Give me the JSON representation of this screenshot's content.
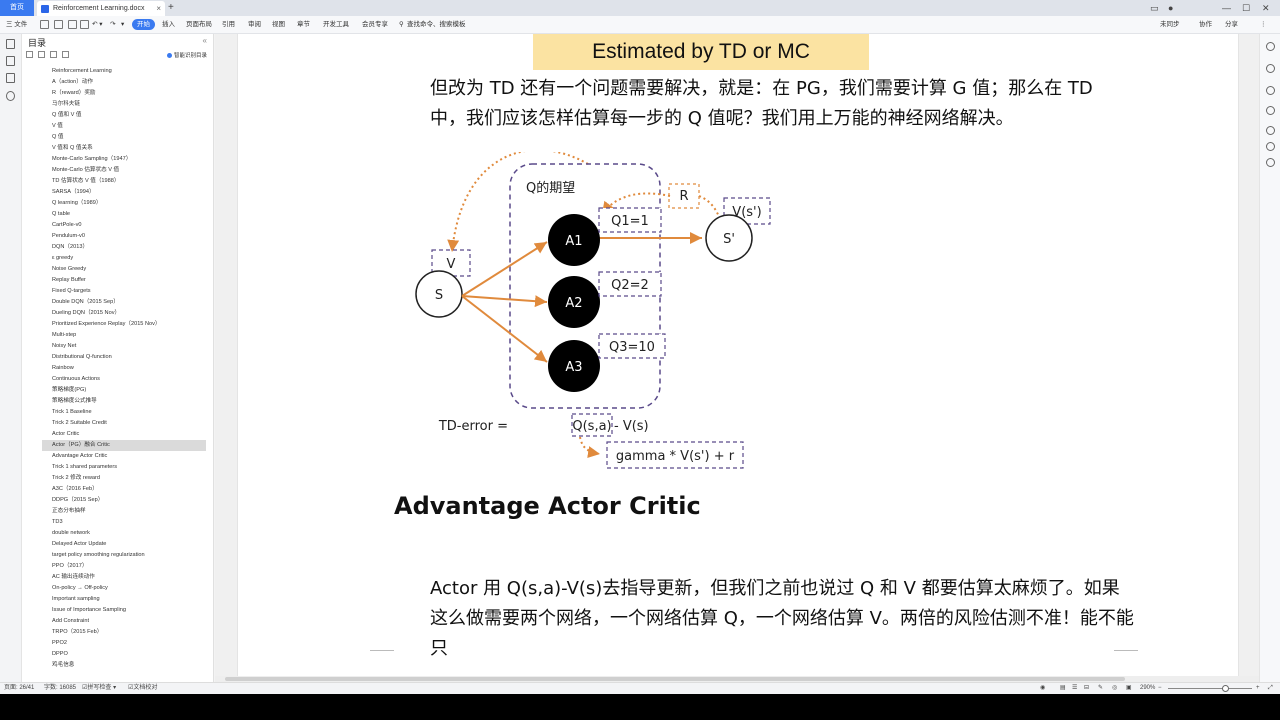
{
  "tabs": {
    "home": "首页",
    "doc": "Reinforcement Learning.docx",
    "new_tab": "+"
  },
  "toolbar": {
    "file": "三 文件",
    "start": "开始",
    "insert": "插入",
    "layout": "页面布局",
    "reference": "引用",
    "review": "审阅",
    "view": "视图",
    "section": "章节",
    "dev": "开发工具",
    "member": "会员专享",
    "search": "查找命令、搜索模板",
    "unsync": "未同步",
    "collab": "协作",
    "share": "分享"
  },
  "toc": {
    "title": "目录",
    "smart": "智能识别目录",
    "selected_index": 34,
    "items": [
      "Reinforcement Learning",
      "A（action）动作",
      "R（reward）奖励",
      "马尔科夫链",
      "Q 值和 V 值",
      "V 值",
      "Q 值",
      "V 值和 Q 值关系",
      "Monte-Carlo Sampling（1947）",
      "Monte-Carlo 估算状态 V 值",
      "TD 估算状态 V 值（1988）",
      "SARSA（1994）",
      "Q learning（1989）",
      "Q table",
      "CartPole-v0",
      "Pendulum-v0",
      "DQN（2013）",
      "ε greedy",
      "Noise Greedy",
      "Replay Buffer",
      "Fixed Q-targets",
      "Double DQN（2015 Sep）",
      "Dueling DQN（2015 Nov）",
      "Prioritized Experience Replay（2015 Nov）",
      "Multi-step",
      "Noisy Net",
      "Distributional Q-function",
      "Rainbow",
      "Continuous Actions",
      "策略梯度(PG)",
      "策略梯度公式推导",
      "Trick 1 Baseline",
      "Trick 2 Suitable Credit",
      "Actor Critic",
      "Actor（PG）融合 Critic",
      "Advantage Actor Critic",
      "Trick 1 shared parameters",
      "Trick 2 修改 reward",
      "A3C（2016 Feb）",
      "DDPG（2015 Sep）",
      "正态分布抽样",
      "TD3",
      "double network",
      "Delayed Actor Update",
      "target policy smoothing regularization",
      "PPO（2017）",
      "AC 输出连续动作",
      "On-policy → Off-policy",
      "Important sampling",
      "Issue of Importance Sampling",
      "Add Constraint",
      "TRPO（2015 Feb）",
      "PPO2",
      "DPPO",
      "鸡毛信息"
    ]
  },
  "document": {
    "heading": "Estimated by TD or MC",
    "para1": "但改为 TD 还有一个问题需要解决，就是：在 PG，我们需要计算 G 值；那么在 TD 中，我们应该怎样估算每一步的 Q 值呢？我们用上万能的神经网络解决。",
    "diagram": {
      "group_label": "Q的期望",
      "s": "S",
      "s_prime": "S'",
      "v": "V",
      "v_prime": "V(s')",
      "r": "R",
      "a1": "A1",
      "a2": "A2",
      "a3": "A3",
      "q1": "Q1=1",
      "q2": "Q2=2",
      "q3": "Q3=10",
      "td_prefix": "TD-error =",
      "td_qsa": "Q(s,a)",
      "td_suffix": "- V(s)",
      "gamma": "gamma * V(s') + r"
    },
    "h2": "Advantage Actor Critic",
    "para2": "Actor 用 Q(s,a)-V(s)去指导更新，但我们之前也说过 Q 和 V 都要估算太麻烦了。如果这么做需要两个网络，一个网络估算 Q，一个网络估算 V。两倍的风险估测不准！能不能只"
  },
  "status": {
    "page": "页面: 26/41",
    "words": "字数: 16085",
    "spell": "拼写检查",
    "proof": "文档校对",
    "zoom": "290%"
  },
  "colors": {
    "accent": "#3a7af0",
    "heading_bg": "#fbe3a2",
    "arrow": "#e08a3c",
    "dash_box": "#5a4a8a"
  }
}
